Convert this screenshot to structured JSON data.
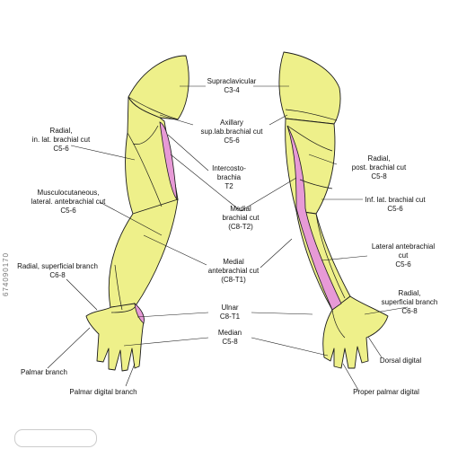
{
  "diagram": {
    "colors": {
      "arm": "#eef08a",
      "pink": "#e79ad6",
      "line": "#1b1b1b"
    },
    "labels": {
      "supraclavicular": [
        "Supraclavicular",
        "C3-4"
      ],
      "axillary": [
        "Axillary",
        "sup.lab.brachial cut",
        "C5-6"
      ],
      "intercosto": [
        "Intercosto-",
        "brachia",
        "T2"
      ],
      "radial_in_lat": [
        "Radial,",
        "in. lat. brachial cut",
        "C5-6"
      ],
      "radial_post": [
        "Radial,",
        "post. brachial cut",
        "C5-8"
      ],
      "medial_brachial": [
        "Medial",
        "brachial cut",
        "(C8-T2)"
      ],
      "musculo": [
        "Musculocutaneous,",
        "lateral. antebrachial cut",
        "C5-6"
      ],
      "inf_lat": [
        "Inf. lat. brachial cut",
        "C5-6"
      ],
      "lateral_ante": [
        "Lateral antebrachial",
        "cut",
        "C5-6"
      ],
      "medial_ante": [
        "Medial",
        "antebrachial cut",
        "(C8-T1)"
      ],
      "radial_sup_left": [
        "Radial, superficial branch",
        "C6-8"
      ],
      "radial_sup_right": [
        "Radial,",
        "superficial branch",
        "C6-8"
      ],
      "ulnar": [
        "Ulnar",
        "C8-T1"
      ],
      "median": [
        "Median",
        "C5-8"
      ],
      "palmar_branch": [
        "Palmar branch"
      ],
      "dorsal_digital": [
        "Dorsal digital"
      ],
      "palmar_digital_branch": [
        "Palmar digital branch"
      ],
      "proper_palmar_digital": [
        "Proper palmar digital"
      ]
    }
  },
  "watermark": {
    "stock_id": "674090170"
  }
}
